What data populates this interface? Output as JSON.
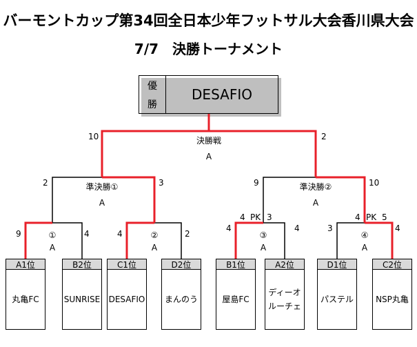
{
  "title": "バーモントカップ第34回全日本少年フットサル大会香川県大会",
  "subtitle": "7/7　決勝トーナメント",
  "champion": {
    "label_top": "優",
    "label_bottom": "勝",
    "name": "DESAFIO"
  },
  "final": {
    "name": "決勝戦",
    "court": "A",
    "score_left": "10",
    "score_right": "2"
  },
  "semis": [
    {
      "name": "準決勝①",
      "court": "A",
      "score_left": "2",
      "score_right": "3"
    },
    {
      "name": "準決勝②",
      "court": "A",
      "score_left": "9",
      "score_right": "10"
    }
  ],
  "quarters": [
    {
      "name": "①",
      "court": "A",
      "score_left": "9",
      "score_right": "4",
      "pk": ""
    },
    {
      "name": "②",
      "court": "A",
      "score_left": "4",
      "score_right": "2",
      "pk": ""
    },
    {
      "name": "③",
      "court": "A",
      "score_left": "4",
      "score_right": "4",
      "pk": "PK",
      "pk_left": "4",
      "pk_right": "3"
    },
    {
      "name": "④",
      "court": "A",
      "score_left": "3",
      "score_right": "4",
      "pk": "PK",
      "pk_left": "4",
      "pk_right": "5"
    }
  ],
  "teams": [
    {
      "pos": "A1位",
      "name": "丸亀FC"
    },
    {
      "pos": "B2位",
      "name": "SUNRISE"
    },
    {
      "pos": "C1位",
      "name": "DESAFIO"
    },
    {
      "pos": "D2位",
      "name": "まんのう"
    },
    {
      "pos": "B1位",
      "name": "屋島FC"
    },
    {
      "pos": "A2位",
      "name": "ディーオ\nルーチェ"
    },
    {
      "pos": "D1位",
      "name": "パステル"
    },
    {
      "pos": "C2位",
      "name": "NSP丸亀"
    }
  ],
  "colors": {
    "winner_line": "#e8202a",
    "line": "#000000",
    "pos_bg": "#d9d9d9"
  }
}
